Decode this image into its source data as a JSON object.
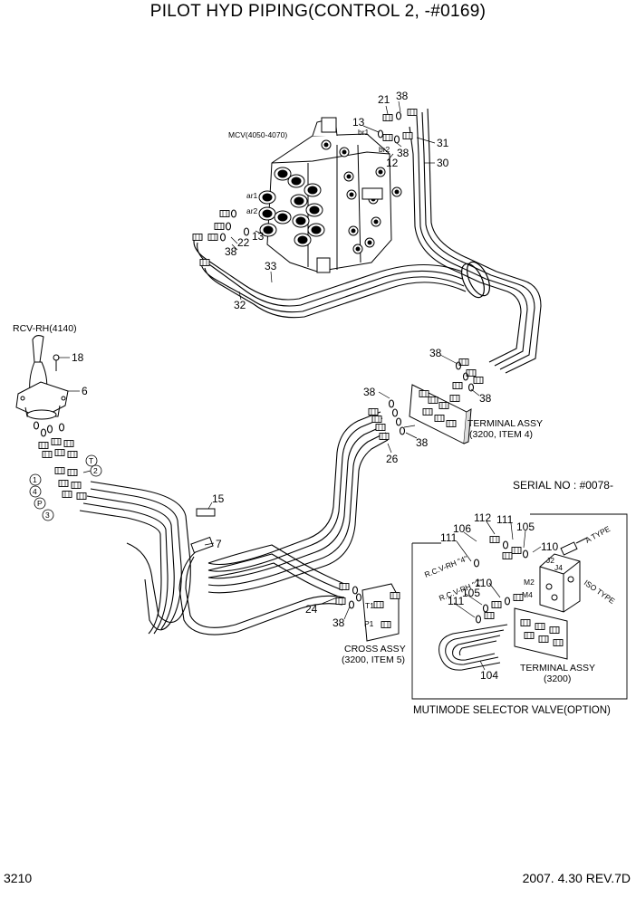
{
  "title": "PILOT HYD PIPING(CONTROL 2, -#0169)",
  "page_number": "3210",
  "revision": "2007. 4.30  REV.7D",
  "labels": {
    "mcv": "MCV(4050-4070)",
    "rcv": "RCV-RH(4140)",
    "terminal_assy_top_1": "TERMINAL ASSY",
    "terminal_assy_top_2": "(3200, ITEM 4)",
    "cross_assy_1": "CROSS ASSY",
    "cross_assy_2": "(3200, ITEM 5)",
    "serial": "SERIAL NO : #0078-",
    "terminal_assy_opt_1": "TERMINAL ASSY",
    "terminal_assy_opt_2": "(3200)",
    "option_caption": "MUTIMODE SELECTOR VALVE(OPTION)",
    "a_type": "A TYPE",
    "iso_type": "ISO TYPE",
    "rcv_rh_4": "R.C.V-RH \"4\"",
    "rcv_rh_2": "R.C.V-RH \"2\"",
    "port_br1": "br1",
    "port_br2": "br2",
    "port_ar1": "ar1",
    "port_ar2": "ar2",
    "port_t1": "T1",
    "port_p1": "P1",
    "port_m2": "M2",
    "port_m4": "M4",
    "port_j2": "J2",
    "port_j4": "J4"
  },
  "callouts": {
    "c21": "21",
    "c38a": "38",
    "c13a": "13",
    "c31": "31",
    "c30": "30",
    "c12": "12",
    "c38b": "38",
    "c22": "22",
    "c13b": "13",
    "c38c": "38",
    "c33": "33",
    "c32": "32",
    "c18": "18",
    "c6": "6",
    "c38d": "38",
    "c38e": "38",
    "c38f": "38",
    "c38g": "38",
    "c26": "26",
    "c15": "15",
    "c7": "7",
    "c24": "24",
    "c38h": "38",
    "c106": "106",
    "c112": "112",
    "c111a": "111",
    "c105a": "105",
    "c111b": "111",
    "c110a": "110",
    "c110b": "110",
    "c105b": "105",
    "c111c": "111",
    "c104": "104",
    "port_1": "1",
    "port_4": "4",
    "port_P": "P",
    "port_3": "3",
    "port_T": "T",
    "port_2": "2"
  }
}
